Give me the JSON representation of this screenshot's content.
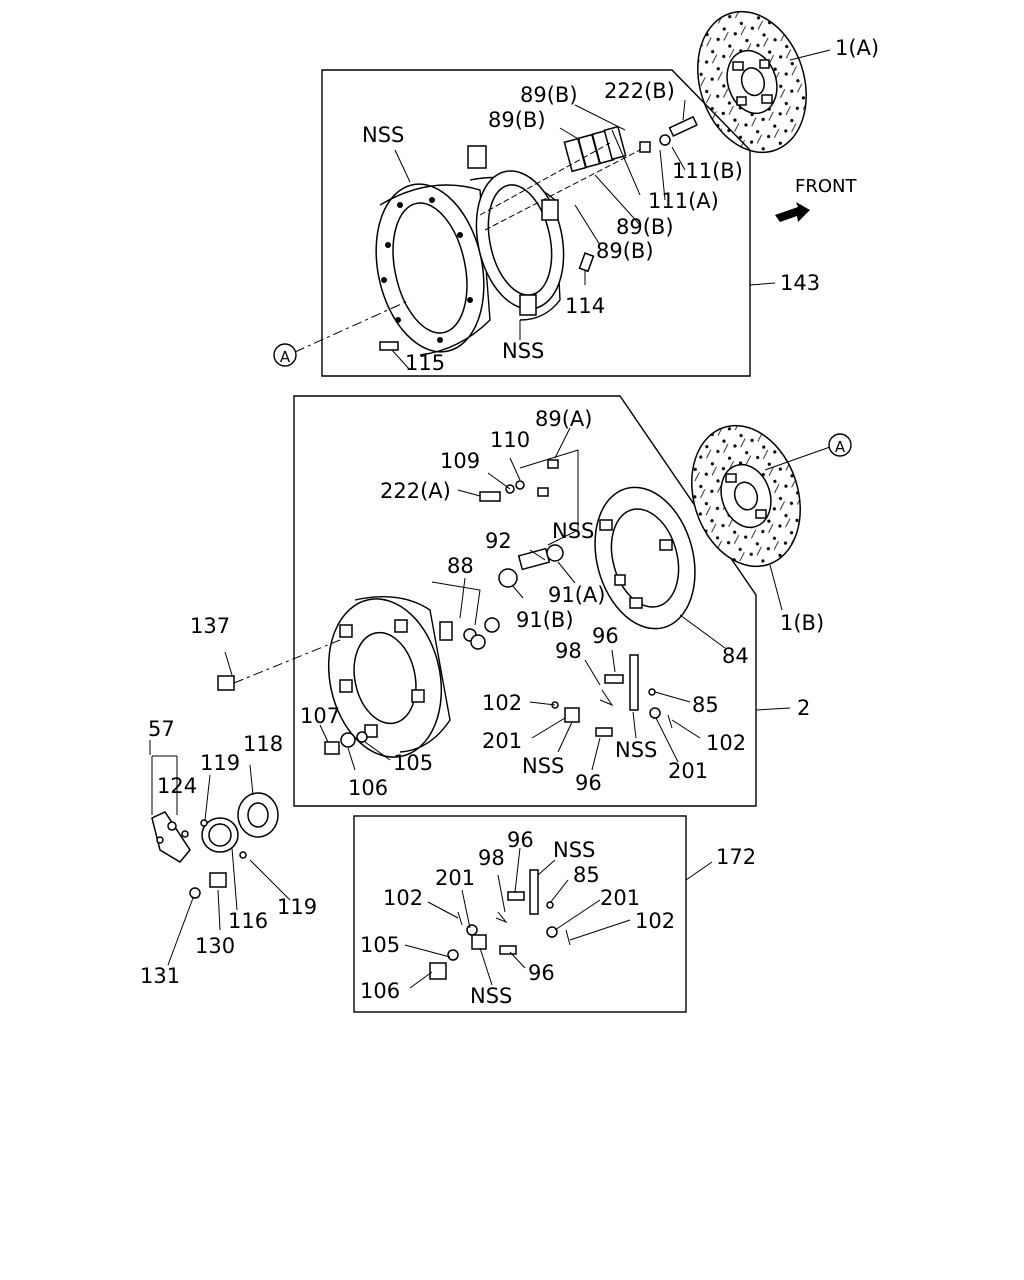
{
  "front_label": "FRONT",
  "labels": {
    "l_1a": "1(A)",
    "l_222b": "222(B)",
    "l_89b_1": "89(B)",
    "l_89b_2": "89(B)",
    "l_89b_3": "89(B)",
    "l_89b_4": "89(B)",
    "l_111b": "111(B)",
    "l_111a": "111(A)",
    "l_nss_top": "NSS",
    "l_nss_top2": "NSS",
    "l_143": "143",
    "l_114": "114",
    "l_115": "115",
    "l_89a": "89(A)",
    "l_110": "110",
    "l_109": "109",
    "l_222a": "222(A)",
    "l_nss_mid": "NSS",
    "l_92": "92",
    "l_91a": "91(A)",
    "l_88": "88",
    "l_91b": "91(B)",
    "l_137": "137",
    "l_84": "84",
    "l_1b": "1(B)",
    "l_96_1": "96",
    "l_98_1": "98",
    "l_85_1": "85",
    "l_102_1": "102",
    "l_2": "2",
    "l_201_1": "201",
    "l_nss_m2": "NSS",
    "l_nss_m3": "NSS",
    "l_102_2": "102",
    "l_201_2": "201",
    "l_96_2": "96",
    "l_107": "107",
    "l_105_1": "105",
    "l_106_1": "106",
    "l_57": "57",
    "l_118": "118",
    "l_124": "124",
    "l_119_1": "119",
    "l_119_2": "119",
    "l_116": "116",
    "l_130": "130",
    "l_131": "131",
    "l_96_3": "96",
    "l_nss_b1": "NSS",
    "l_172": "172",
    "l_98_2": "98",
    "l_85_2": "85",
    "l_201_3": "201",
    "l_201_4": "201",
    "l_102_3": "102",
    "l_102_4": "102",
    "l_105_2": "105",
    "l_96_4": "96",
    "l_106_2": "106",
    "l_nss_b2": "NSS"
  },
  "ref_markers": {
    "a_top": "A",
    "a_mid": "A"
  }
}
